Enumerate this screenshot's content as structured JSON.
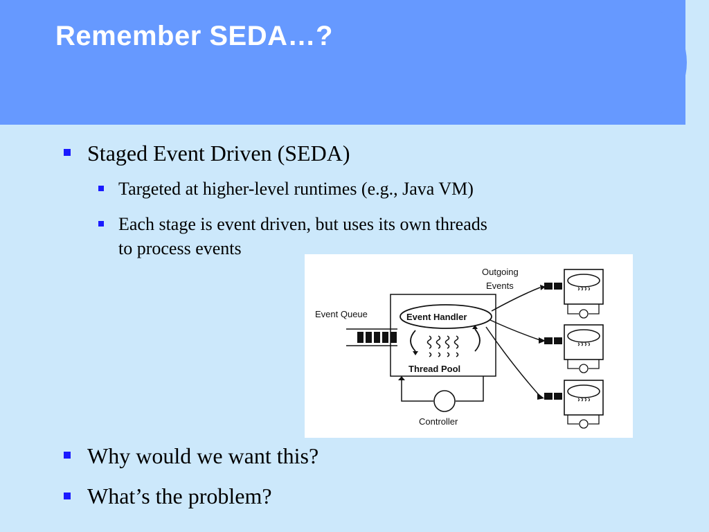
{
  "slide": {
    "title": "Remember SEDA…?",
    "bullets": [
      {
        "text": "Staged Event Driven (SEDA)"
      },
      {
        "text": "Targeted at higher-level runtimes (e.g., Java VM)"
      },
      {
        "text_line1": "Each stage is event driven, but uses its own threads",
        "text_line2": "to process events"
      },
      {
        "text": "Why would we want this?"
      },
      {
        "text": "What’s the problem?"
      }
    ]
  },
  "figure": {
    "labels": {
      "outgoing_line1": "Outgoing",
      "outgoing_line2": "Events",
      "event_queue": "Event Queue",
      "event_handler": "Event Handler",
      "thread_pool": "Thread Pool",
      "controller": "Controller"
    }
  },
  "colors": {
    "background": "#cce8fb",
    "title_bar": "#6699ff",
    "title_text": "#ffffff",
    "bullet_marker": "#1a1aff"
  }
}
